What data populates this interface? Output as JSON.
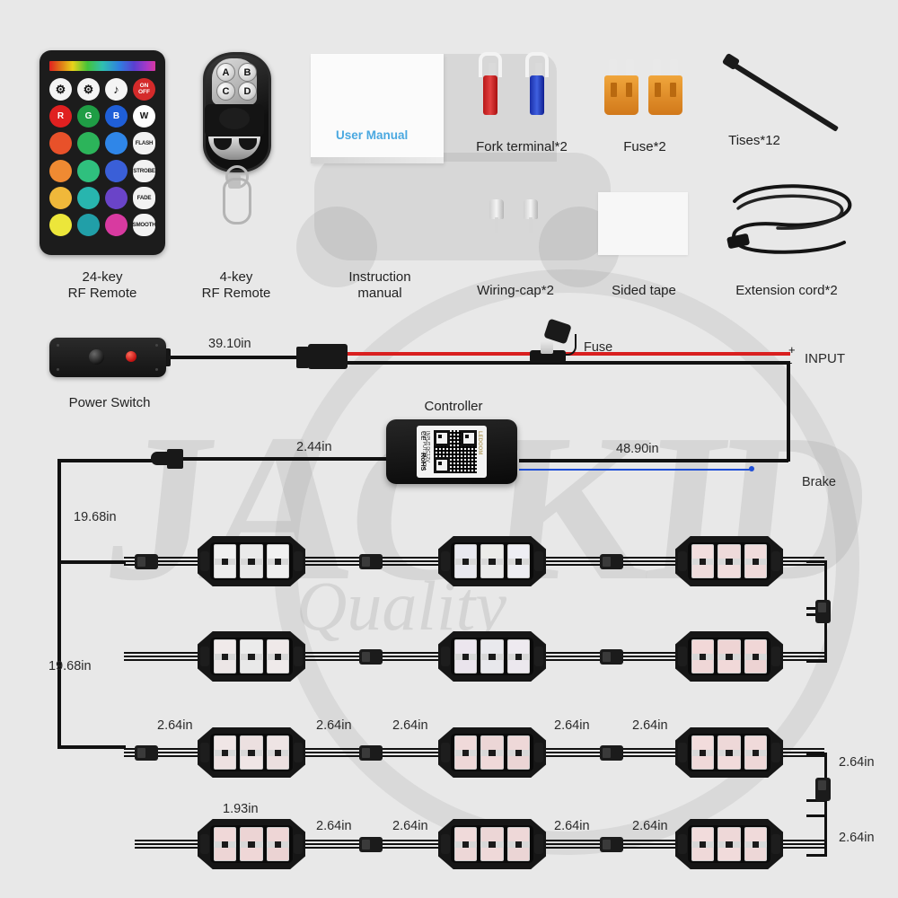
{
  "accessories": [
    {
      "id": "remote24",
      "label": "24-key\nRF Remote"
    },
    {
      "id": "remote4",
      "label": "4-key\nRF Remote"
    },
    {
      "id": "manual",
      "label": "Instruction\nmanual",
      "cover_text": "User Manual"
    },
    {
      "id": "fork",
      "label": "Fork terminal*2"
    },
    {
      "id": "fuse",
      "label": "Fuse*2"
    },
    {
      "id": "ties",
      "label": "Tises*12"
    },
    {
      "id": "wiringcap",
      "label": "Wiring-cap*2"
    },
    {
      "id": "tape",
      "label": "Sided tape"
    },
    {
      "id": "cord",
      "label": "Extension cord*2"
    }
  ],
  "remote24": {
    "function_keys": [
      "⚙",
      "⚙",
      "♪"
    ],
    "onoff": "ON\nOFF",
    "rgb_keys": [
      "R",
      "G",
      "B",
      "W"
    ],
    "mode_keys": [
      "FLASH",
      "STROBE",
      "FADE",
      "SMOOTH"
    ],
    "color_rows": [
      [
        "#e8512a",
        "#2cb45a",
        "#2f86e8"
      ],
      [
        "#ef8a32",
        "#2fc07e",
        "#3a5fd8"
      ],
      [
        "#f0b83a",
        "#28b5ae",
        "#6a44c8"
      ],
      [
        "#ece63a",
        "#219fa8",
        "#d83aa0"
      ]
    ],
    "rgb_colors": [
      "#e02020",
      "#1f9d45",
      "#1f5fd8",
      "#ffffff"
    ]
  },
  "remote4": {
    "keys": [
      "A",
      "B",
      "C",
      "D"
    ]
  },
  "harness": {
    "power_switch_label": "Power Switch",
    "controller_label": "Controller",
    "fuse_inline_label": "Fuse",
    "input_label": "INPUT",
    "input_plus": "+",
    "input_minus": "-",
    "brake_label": "Brake",
    "dim_switch_to_controller": "39.10in",
    "dim_controller_left": "2.44in",
    "dim_controller_right": "48.90in",
    "dim_branch_top": "19.68in",
    "dim_branch_bottom": "19.68in"
  },
  "controller_label_text": {
    "brand": "LEDOOM",
    "rohs": "RoHS",
    "ce": "CE",
    "input_spec": "INPUT:DC12V",
    "output_spec": "OUTPUT:3A*3CH"
  },
  "pod_spacing": {
    "row3": [
      "2.64in",
      "2.64in",
      "2.64in",
      "2.64in",
      "2.64in"
    ],
    "row4": [
      "1.93in",
      "2.64in",
      "2.64in",
      "2.64in",
      "2.64in"
    ],
    "right_side": [
      "2.64in",
      "2.64in"
    ]
  },
  "colors": {
    "background": "#e8e8e8",
    "wire_black": "#111111",
    "wire_red": "#d91f1f",
    "wire_blue": "#1f4fd8",
    "manual_title": "#4aa8e0",
    "fuse_body": "#e09030",
    "fork_red": "#cc2222",
    "fork_blue": "#2244cc"
  },
  "watermark": {
    "text": "JACKID",
    "subtext": "Quality"
  },
  "pods": {
    "count": 12,
    "rows": 4,
    "per_row": 3,
    "chips_per_pod": 6
  }
}
